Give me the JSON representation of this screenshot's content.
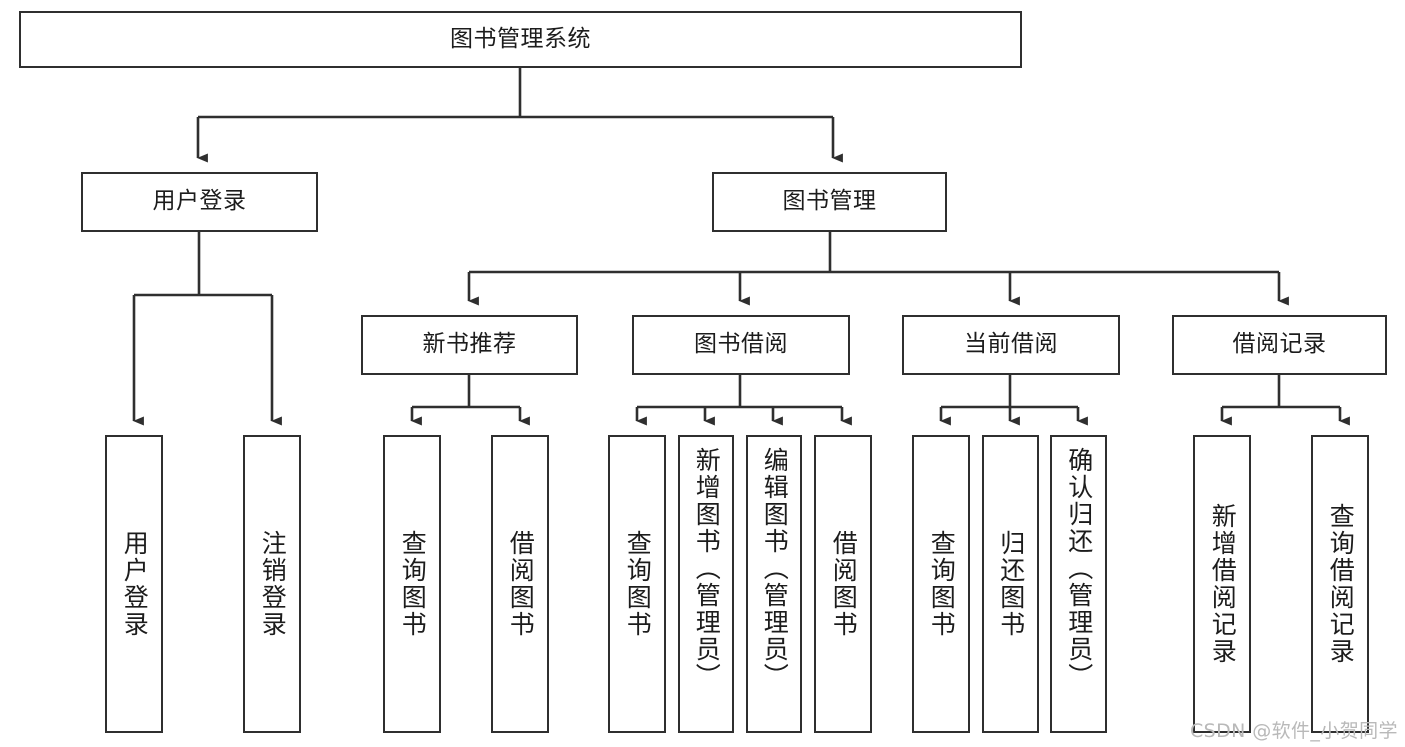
{
  "diagram": {
    "title": "图书管理系统",
    "type": "hierarchy-tree",
    "watermark": "CSDN @软件_小贺同学",
    "colors": {
      "box_border": "#2f2f2f",
      "box_fill": "#ffffff",
      "connector": "#2f2f2f",
      "text": "#1c1c1c",
      "watermark": "#b9b9b9",
      "background": "#ffffff"
    },
    "nodes": {
      "root": {
        "label": "图书管理系统",
        "level": 1
      },
      "level2": [
        {
          "id": "user-login",
          "label": "用户登录"
        },
        {
          "id": "book-management",
          "label": "图书管理"
        }
      ],
      "level3": [
        {
          "id": "new-book-recommend",
          "label": "新书推荐"
        },
        {
          "id": "book-borrow",
          "label": "图书借阅"
        },
        {
          "id": "current-borrow",
          "label": "当前借阅"
        },
        {
          "id": "borrow-record",
          "label": "借阅记录"
        }
      ],
      "leaves": [
        {
          "id": "leaf-user-login",
          "label": "用户登录",
          "parent": "user-login"
        },
        {
          "id": "leaf-logout-login",
          "label": "注销登录",
          "parent": "user-login"
        },
        {
          "id": "leaf-query-book-1",
          "label": "查询图书",
          "parent": "new-book-recommend"
        },
        {
          "id": "leaf-borrow-book-1",
          "label": "借阅图书",
          "parent": "new-book-recommend"
        },
        {
          "id": "leaf-query-book-2",
          "label": "查询图书",
          "parent": "book-borrow"
        },
        {
          "id": "leaf-add-book",
          "label": "新增图书（管理员）",
          "parent": "book-borrow"
        },
        {
          "id": "leaf-edit-book",
          "label": "编辑图书（管理员）",
          "parent": "book-borrow"
        },
        {
          "id": "leaf-borrow-book-2",
          "label": "借阅图书",
          "parent": "book-borrow"
        },
        {
          "id": "leaf-query-book-3",
          "label": "查询图书",
          "parent": "current-borrow"
        },
        {
          "id": "leaf-return-book",
          "label": "归还图书",
          "parent": "current-borrow"
        },
        {
          "id": "leaf-confirm-return",
          "label": "确认归还（管理员）",
          "parent": "current-borrow"
        },
        {
          "id": "leaf-add-record",
          "label": "新增借阅记录",
          "parent": "borrow-record"
        },
        {
          "id": "leaf-query-record",
          "label": "查询借阅记录",
          "parent": "borrow-record"
        }
      ]
    }
  }
}
